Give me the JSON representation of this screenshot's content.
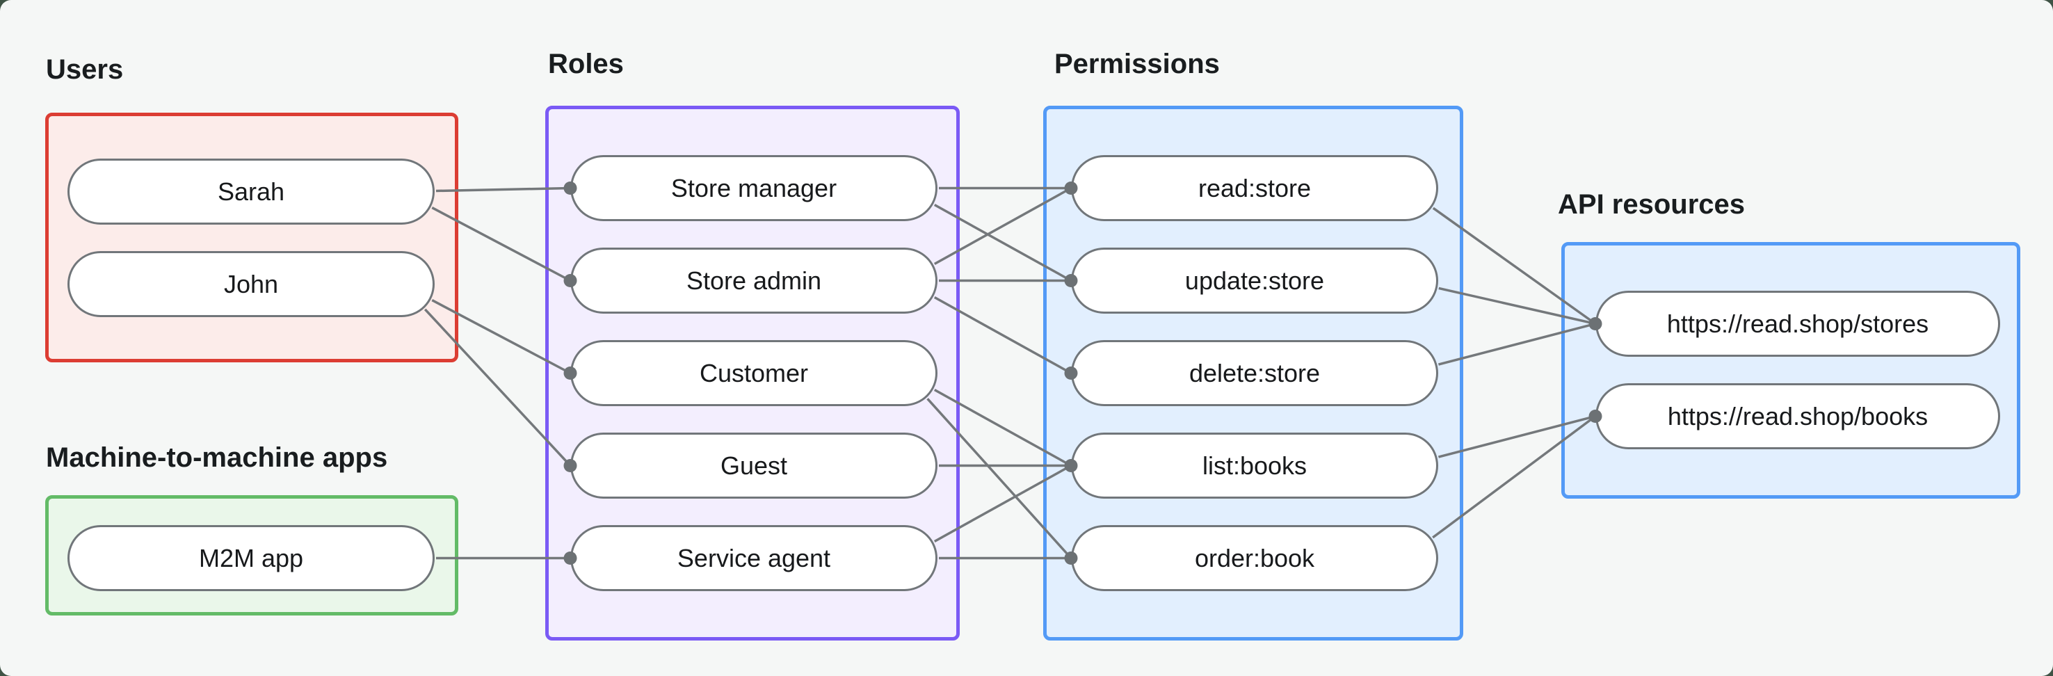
{
  "page": {
    "outer_background": "#3f5345",
    "panel_background": "#f5f7f6",
    "edge_color": "#74787b",
    "dot_color": "#6c7174",
    "pill_border_color": "#71767a",
    "text_color": "#17191b"
  },
  "groups": [
    {
      "id": "users",
      "label": "Users",
      "accent": "#dc3d33",
      "fill": "#fcecea",
      "nodes": [
        {
          "id": "sarah",
          "label": "Sarah"
        },
        {
          "id": "john",
          "label": "John"
        }
      ]
    },
    {
      "id": "m2m",
      "label": "Machine-to-machine apps",
      "accent": "#63bb67",
      "fill": "#eaf7ea",
      "nodes": [
        {
          "id": "m2m-app",
          "label": "M2M app"
        }
      ]
    },
    {
      "id": "roles",
      "label": "Roles",
      "accent": "#7a5af5",
      "fill": "#f3eefe",
      "nodes": [
        {
          "id": "store-manager",
          "label": "Store manager"
        },
        {
          "id": "store-admin",
          "label": "Store admin"
        },
        {
          "id": "customer",
          "label": "Customer"
        },
        {
          "id": "guest",
          "label": "Guest"
        },
        {
          "id": "service-agent",
          "label": "Service agent"
        }
      ]
    },
    {
      "id": "permissions",
      "label": "Permissions",
      "accent": "#539af6",
      "fill": "#e2effe",
      "nodes": [
        {
          "id": "read-store",
          "label": "read:store"
        },
        {
          "id": "update-store",
          "label": "update:store"
        },
        {
          "id": "delete-store",
          "label": "delete:store"
        },
        {
          "id": "list-books",
          "label": "list:books"
        },
        {
          "id": "order-book",
          "label": "order:book"
        }
      ]
    },
    {
      "id": "api",
      "label": "API resources",
      "accent": "#539af6",
      "fill": "#e2effe",
      "nodes": [
        {
          "id": "stores",
          "label": "https://read.shop/stores"
        },
        {
          "id": "books",
          "label": "https://read.shop/books"
        }
      ]
    }
  ],
  "edges": [
    [
      "sarah",
      "store-manager"
    ],
    [
      "sarah",
      "store-admin"
    ],
    [
      "john",
      "customer"
    ],
    [
      "john",
      "guest"
    ],
    [
      "m2m-app",
      "service-agent"
    ],
    [
      "store-manager",
      "read-store"
    ],
    [
      "store-manager",
      "update-store"
    ],
    [
      "store-admin",
      "read-store"
    ],
    [
      "store-admin",
      "update-store"
    ],
    [
      "store-admin",
      "delete-store"
    ],
    [
      "customer",
      "list-books"
    ],
    [
      "customer",
      "order-book"
    ],
    [
      "guest",
      "list-books"
    ],
    [
      "service-agent",
      "list-books"
    ],
    [
      "service-agent",
      "order-book"
    ],
    [
      "read-store",
      "stores"
    ],
    [
      "update-store",
      "stores"
    ],
    [
      "delete-store",
      "stores"
    ],
    [
      "list-books",
      "books"
    ],
    [
      "order-book",
      "books"
    ]
  ]
}
